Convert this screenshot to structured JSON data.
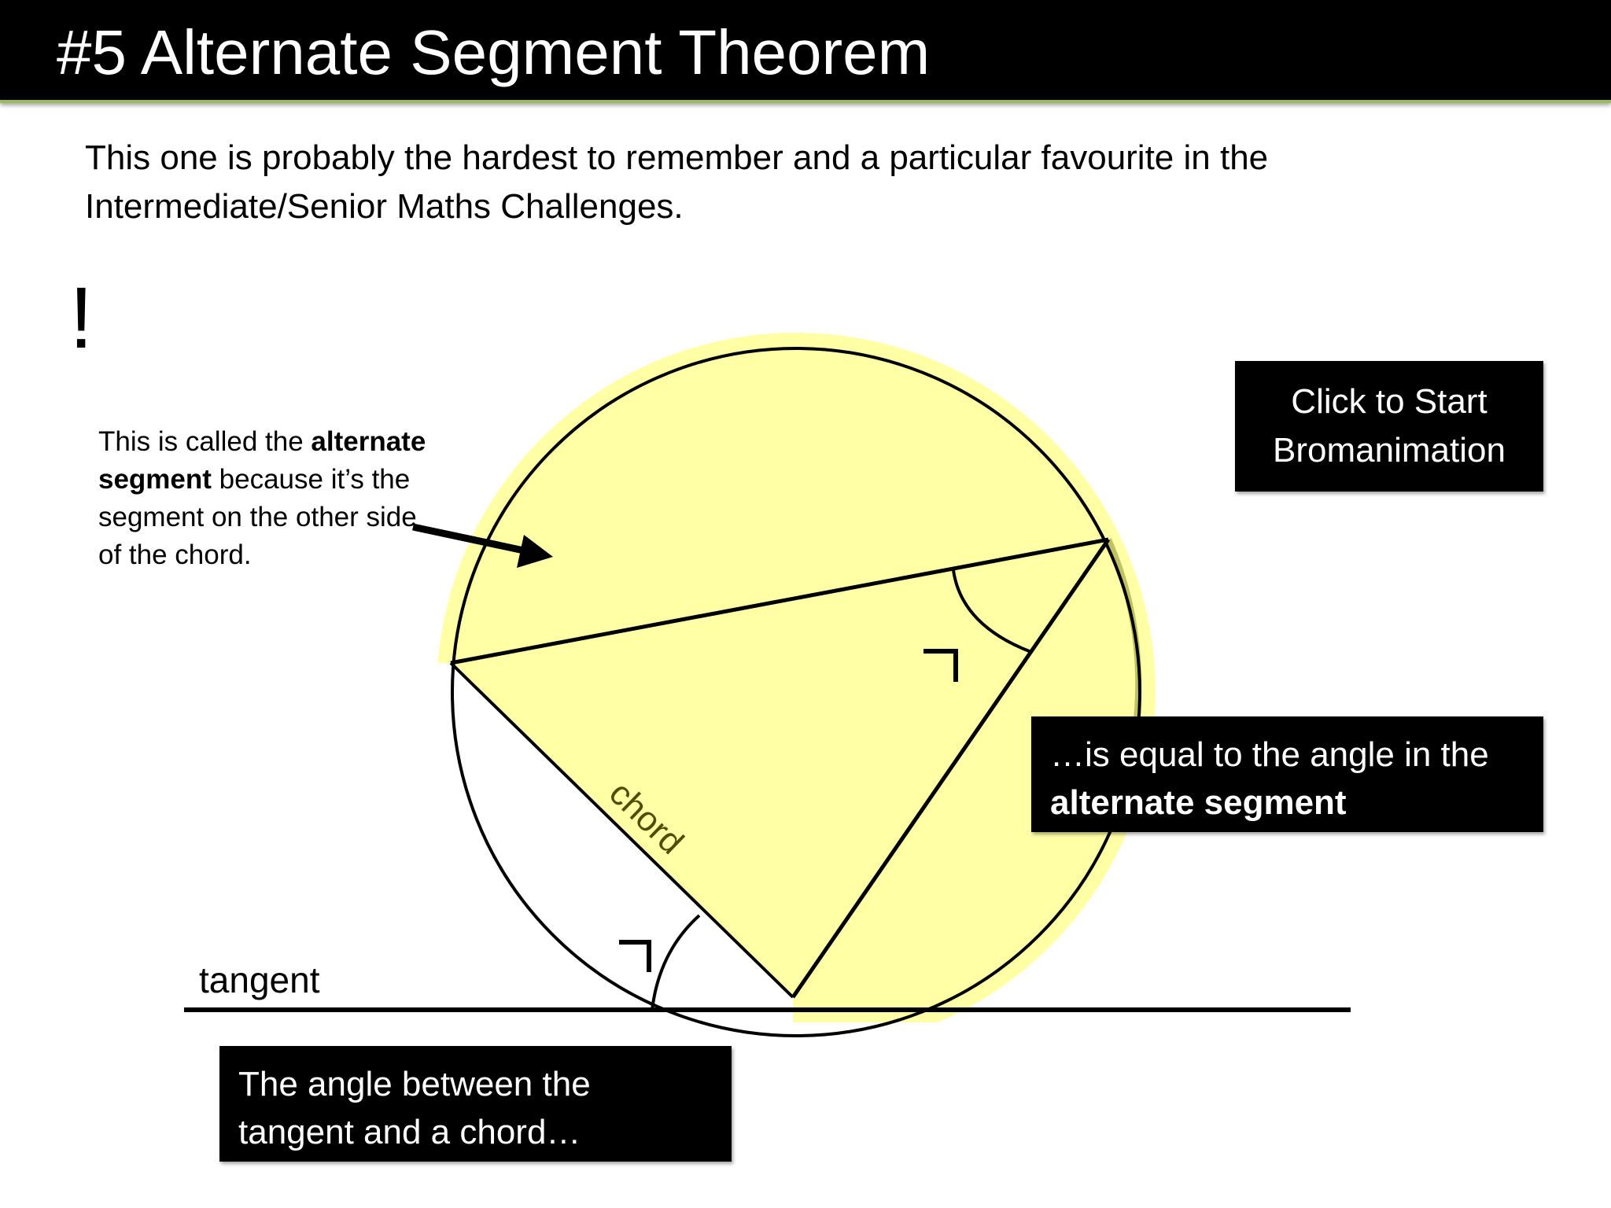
{
  "slide": {
    "title": "#5 Alternate Segment Theorem",
    "intro_line1": "This one is probably the hardest to remember and a particular favourite in the",
    "intro_line2": "Intermediate/Senior Maths Challenges.",
    "exclamation": "!"
  },
  "note": {
    "part1": "This is called the ",
    "bold1": "alternate",
    "bold2": "segment",
    "part2": " because it’s the",
    "line3": "segment on the other side",
    "line4": "of the chord."
  },
  "start_button": {
    "line1": "Click to Start",
    "line2": "Bromanimation"
  },
  "equal_box": {
    "line1": "…is equal to the angle in the",
    "bold": "alternate segment"
  },
  "angle_box": {
    "line1": "The angle between the",
    "line2": "tangent and a chord…"
  },
  "diagram": {
    "tangent_label": "tangent",
    "chord_label": "chord",
    "colors": {
      "segment_fill": "#ffffa6",
      "stroke": "#000000",
      "chord_text": "#4d4d00",
      "accent": "#9bbb59"
    }
  }
}
